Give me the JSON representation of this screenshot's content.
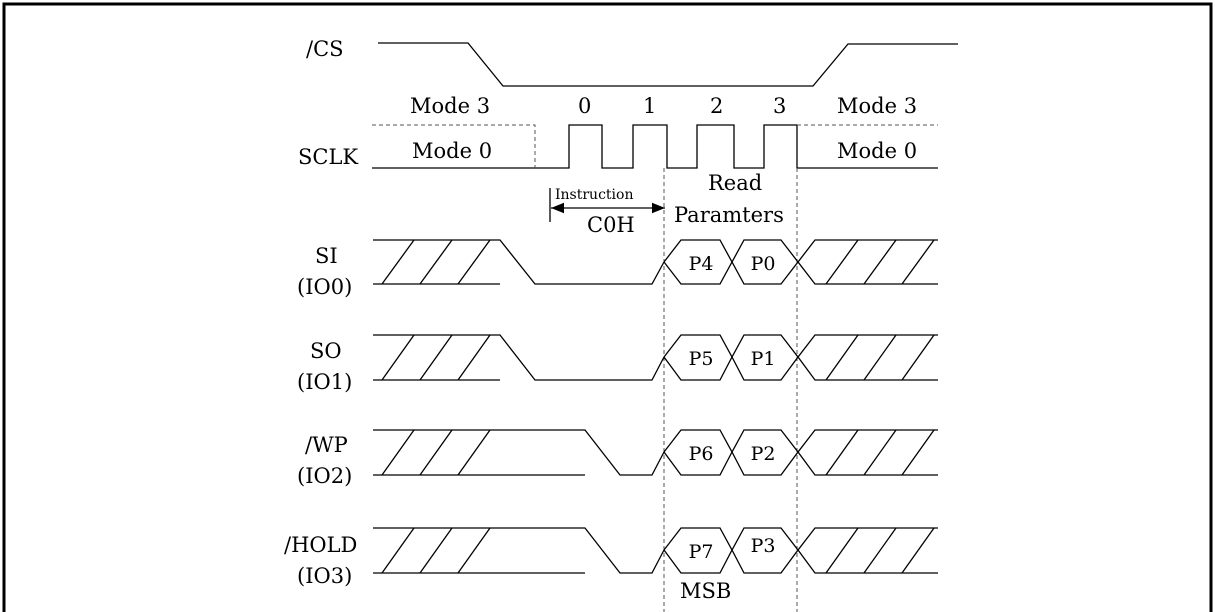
{
  "signals": {
    "cs": "/CS",
    "sclk": "SCLK",
    "si": [
      "SI",
      "(IO0)"
    ],
    "so": [
      "SO",
      "(IO1)"
    ],
    "wp": [
      "/WP",
      "(IO2)"
    ],
    "hold": [
      "/HOLD",
      "(IO3)"
    ]
  },
  "modes": {
    "left_top": "Mode 3",
    "left_bottom": "Mode 0",
    "right_top": "Mode 3",
    "right_bottom": "Mode 0"
  },
  "clock_numbers": [
    "0",
    "1",
    "2",
    "3"
  ],
  "instruction": {
    "label": "Instruction",
    "code": "C0H"
  },
  "read_params": [
    "Read",
    "Paramters"
  ],
  "params": {
    "si": [
      "P4",
      "P0"
    ],
    "so": [
      "P5",
      "P1"
    ],
    "wp": [
      "P6",
      "P2"
    ],
    "hold": [
      "P7",
      "P3"
    ]
  },
  "msb": "MSB"
}
